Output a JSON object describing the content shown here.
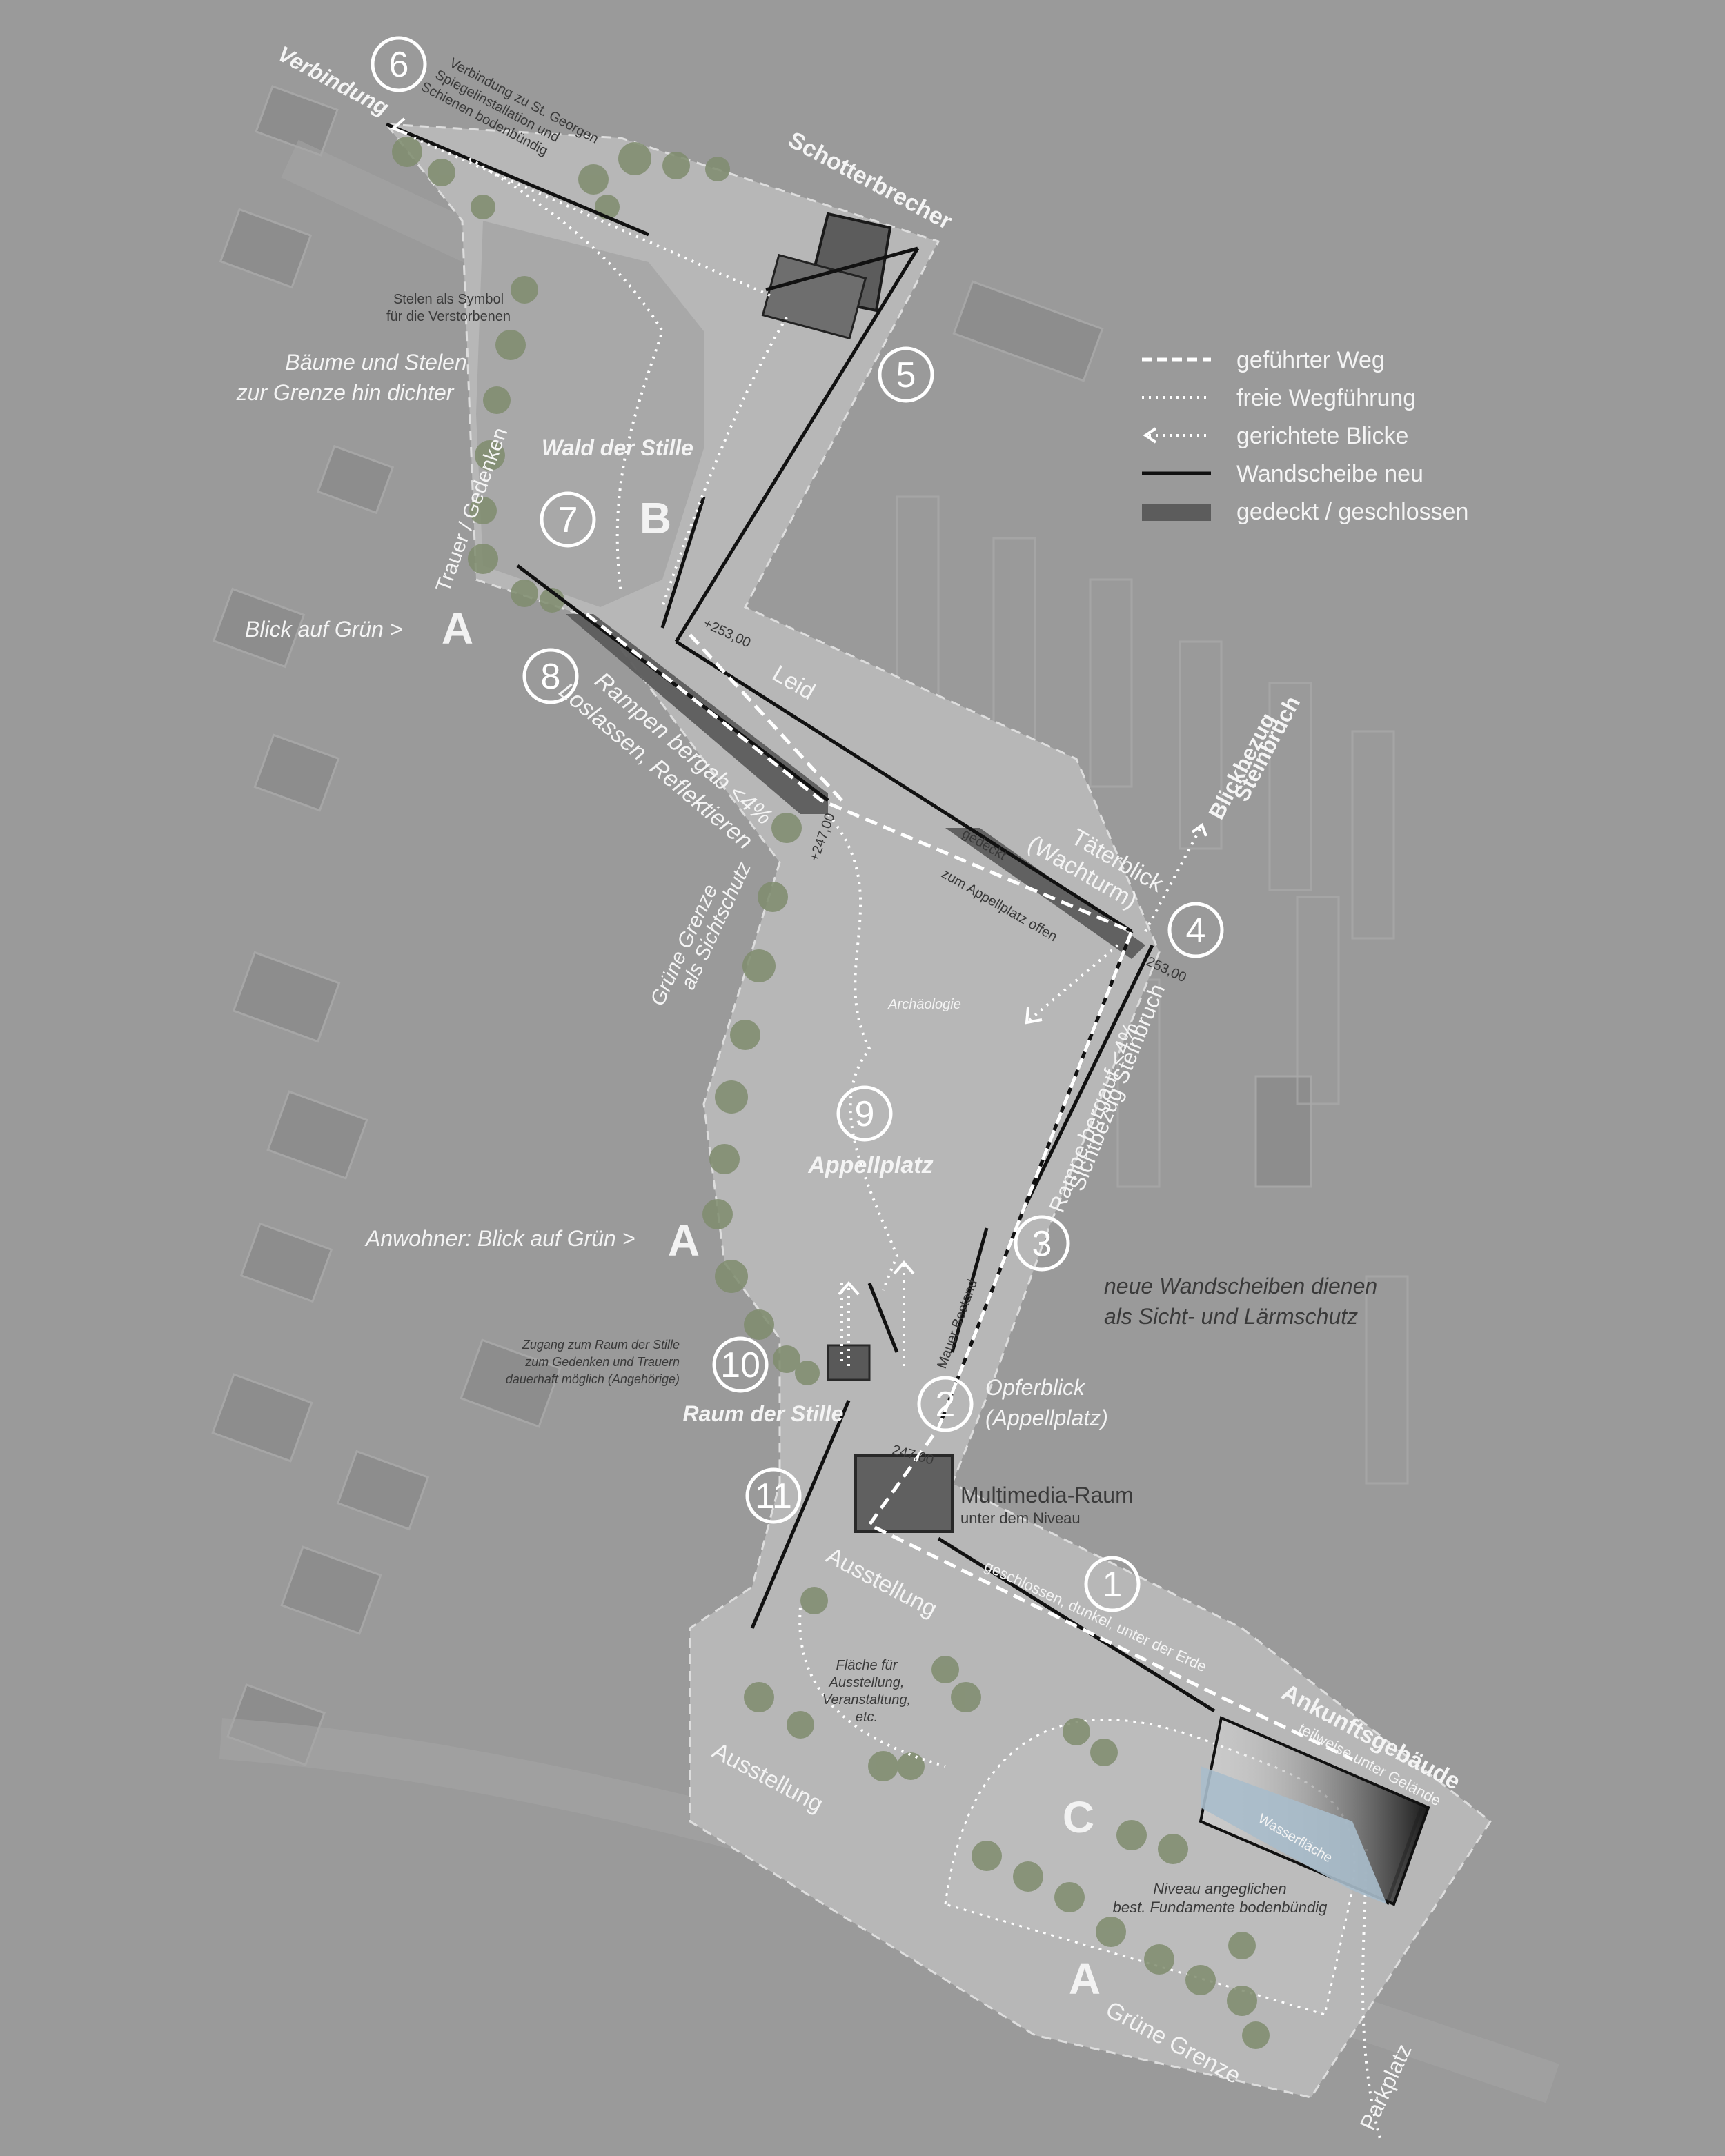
{
  "stations": [
    {
      "num": "1"
    },
    {
      "num": "2"
    },
    {
      "num": "3"
    },
    {
      "num": "4"
    },
    {
      "num": "5"
    },
    {
      "num": "6"
    },
    {
      "num": "7"
    },
    {
      "num": "8"
    },
    {
      "num": "9"
    },
    {
      "num": "10"
    },
    {
      "num": "11"
    }
  ],
  "zones": {
    "a": "A",
    "b": "B",
    "c": "C"
  },
  "legend": {
    "items": [
      {
        "label": "geführter Weg"
      },
      {
        "label": "freie Wegführung"
      },
      {
        "label": "gerichtete Blicke"
      },
      {
        "label": "Wandscheibe neu"
      },
      {
        "label": "gedeckt / geschlossen"
      }
    ]
  },
  "labels": {
    "verbindung": "Verbindung",
    "verbindung_note": [
      "Verbindung zu St. Georgen",
      "Spiegelinstallation und",
      "Schienen bodenbündig"
    ],
    "schotterbrecher": "Schotterbrecher",
    "stelen_note": [
      "Stelen als Symbol",
      "für die Verstorbenen"
    ],
    "baeume": [
      "Bäume und Stelen",
      "zur Grenze hin dichter"
    ],
    "wald": "Wald der Stille",
    "trauer": "Trauer / Gedenken",
    "blick_gruen": "Blick auf Grün >",
    "leid": "Leid",
    "elev_253_top": "+253,00",
    "elev_247_top": "+247,00",
    "rampen": [
      "Rampen bergab <4%",
      "Loslassen, Reflektieren"
    ],
    "gedeckt": "gedeckt",
    "zum_appellplatz": "zum Appellplatz offen",
    "taeterblick": [
      "Täterblick",
      "(Wachturm)"
    ],
    "blickbezug": [
      "Blickbezug",
      "Steinbruch"
    ],
    "elev_253": "253,00",
    "gruene_grenze_side": [
      "Grüne Grenze",
      "als Sichtschutz"
    ],
    "archaeologie": "Archäologie",
    "appellplatz": "Appellplatz",
    "rampe_bergauf": [
      "Rampe bergauf <4%",
      "Sichtbezug Steinbruch"
    ],
    "anwohner": "Anwohner: Blick auf Grün >",
    "neue_wand": [
      "neue Wandscheiben dienen",
      "als Sicht- und Lärmschutz"
    ],
    "zugang": [
      "Zugang zum Raum der Stille",
      "zum Gedenken und Trauern",
      "dauerhaft möglich (Angehörige)"
    ],
    "raum_stille": "Raum der Stille",
    "mauer_bestand": "Mauer Bestand",
    "opferblick": [
      "Opferblick",
      "(Appellplatz)"
    ],
    "elev_247": "247,00",
    "multimedia": "Multimedia-Raum",
    "unter_niveau": "unter dem Niveau",
    "ausstellung1": "Ausstellung",
    "ausstellung2": "Ausstellung",
    "flaeche": [
      "Fläche für",
      "Ausstellung,",
      "Veranstaltung,",
      "etc."
    ],
    "geschlossen": "geschlossen, dunkel, unter der Erde",
    "ankunft": "Ankunftsgebäude",
    "teilweise": "teilweise unter Gelände",
    "wasser": "Wasserfläche",
    "niveau": [
      "Niveau angeglichen",
      "best. Fundamente bodenbündig"
    ],
    "gruene_grenze_bottom": "Grüne Grenze",
    "parkplatz": "Parkplatz"
  },
  "colors": {
    "background": "#9a9a9a",
    "site": "#b8b8b8",
    "buildings": "#8a8a8a",
    "trees": "#7f8c6e",
    "wall": "#111111",
    "covered": "#5c5c5c",
    "water": "#a8bccb",
    "text": "#f4f4f4"
  }
}
